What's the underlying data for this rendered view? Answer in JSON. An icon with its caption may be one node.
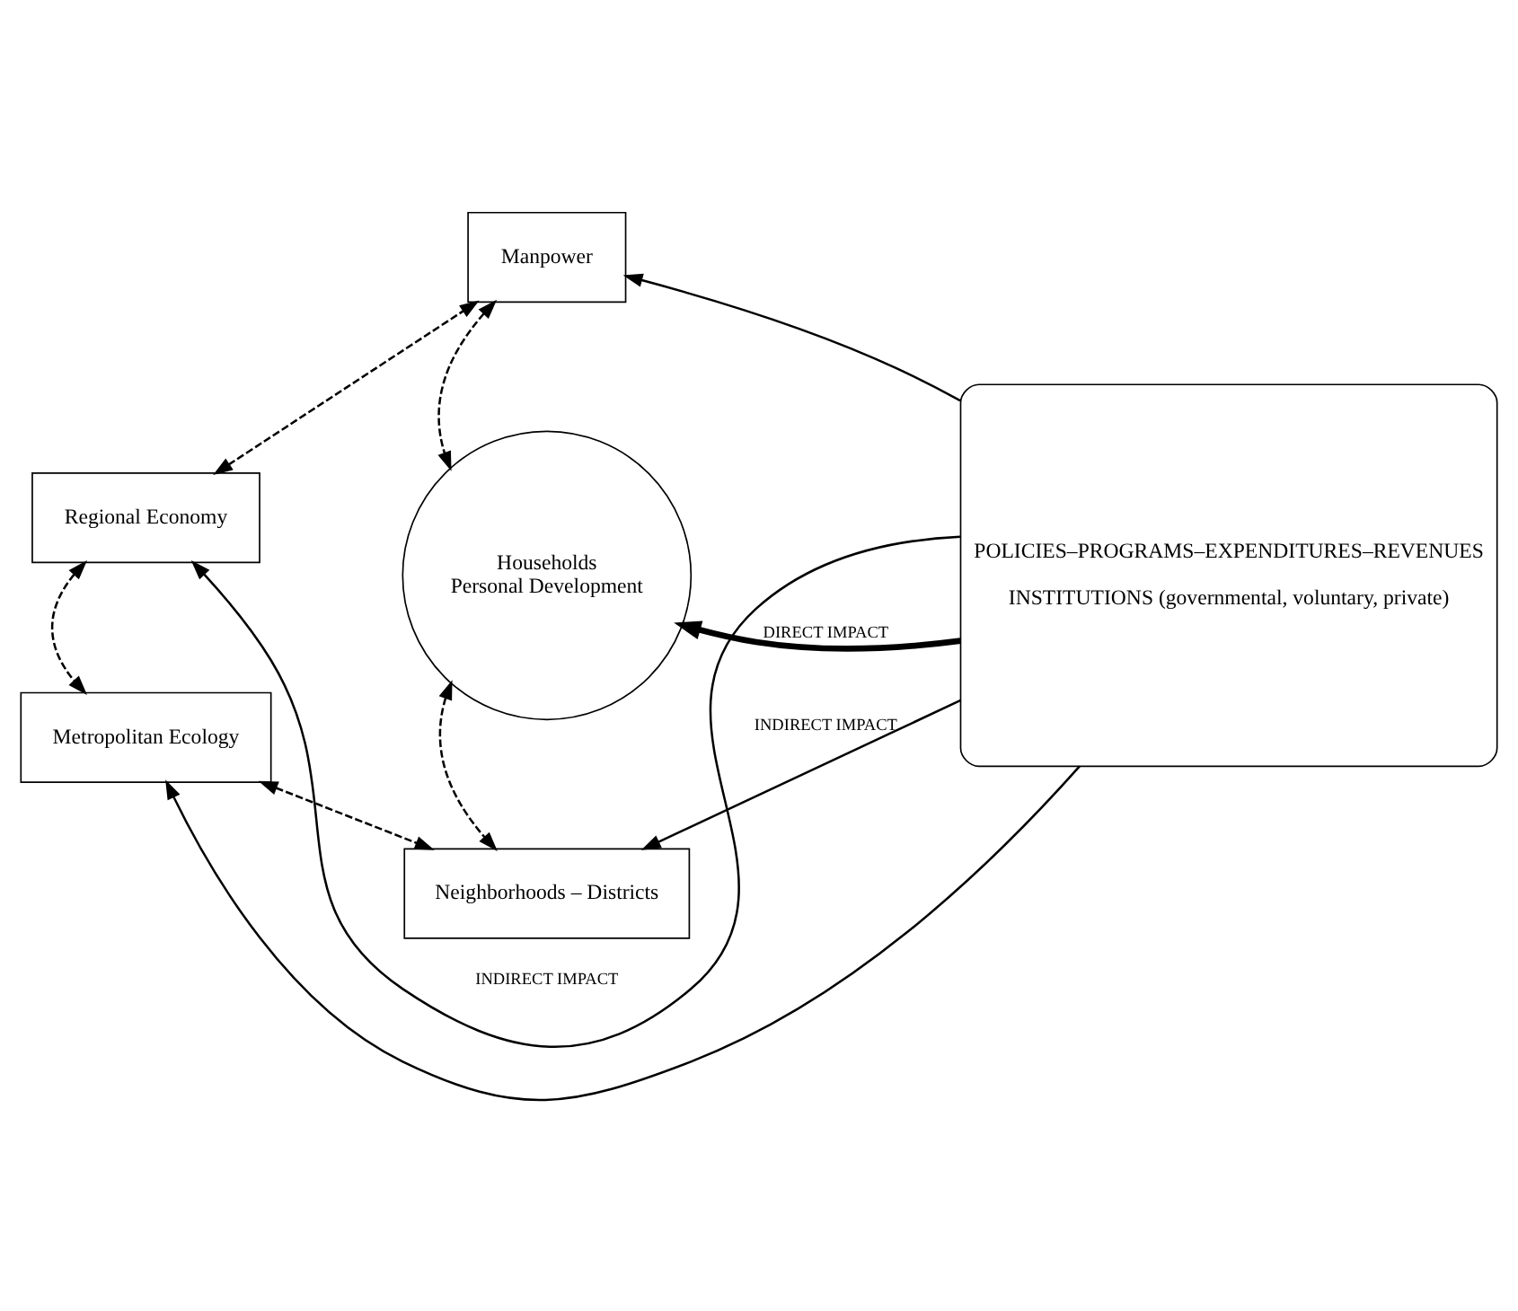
{
  "diagram": {
    "nodes": [
      {
        "text": [
          "Regional Economy"
        ]
      },
      {
        "text": [
          "Manpower"
        ]
      },
      {
        "text": [
          "Households",
          "Personal Development"
        ]
      },
      {
        "text": [
          "Metropolitan Ecology"
        ]
      },
      {
        "text": [
          "Neighborhoods – Districts"
        ]
      },
      {
        "text": [
          "POLICIES–PROGRAMS–EXPENDITURES–REVENUES",
          "INSTITUTIONS (governmental, voluntary, private)"
        ]
      }
    ],
    "edges": [
      {
        "from": 0,
        "to": 1,
        "arrow": "both",
        "style": "dashed"
      },
      {
        "from": 0,
        "to": 3,
        "arrow": "both",
        "style": "dashed"
      },
      {
        "from": 1,
        "to": 2,
        "arrow": "both",
        "style": "dashed"
      },
      {
        "from": 2,
        "to": 4,
        "arrow": "both",
        "style": "dashed"
      },
      {
        "from": 3,
        "to": 4,
        "arrow": "both",
        "style": "dashed"
      },
      {
        "from": 5,
        "to": 2,
        "arrow": "to",
        "style": "thick",
        "label": "DIRECT IMPACT"
      },
      {
        "from": 5,
        "to": 1,
        "arrow": "to"
      },
      {
        "from": 5,
        "to": 0,
        "arrow": "to",
        "label": "INDIRECT IMPACT"
      },
      {
        "from": 5,
        "to": 3,
        "arrow": "to"
      },
      {
        "from": 5,
        "to": 4,
        "arrow": "to",
        "label": "INDIRECT IMPACT"
      }
    ]
  }
}
